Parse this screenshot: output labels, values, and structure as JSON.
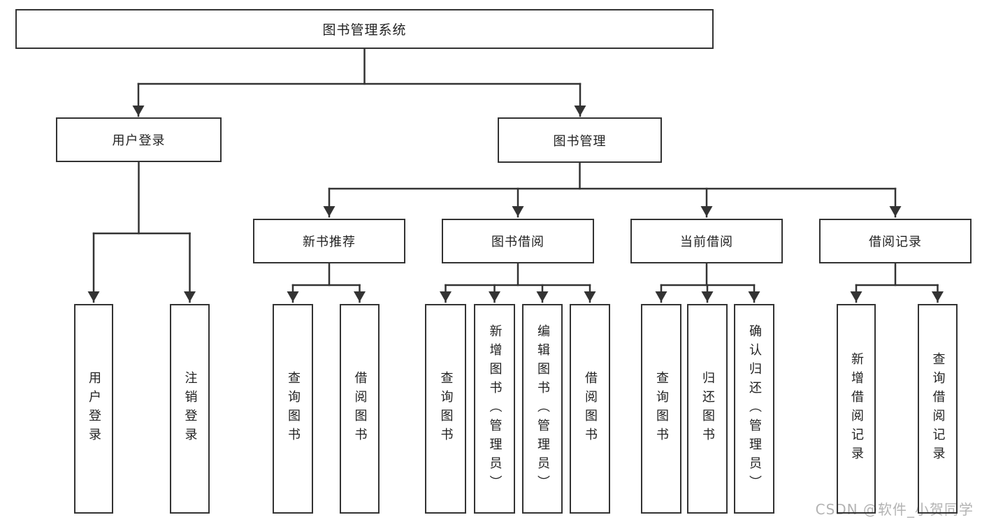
{
  "diagram_title": "图书管理系统",
  "colors": {
    "line": "#333333",
    "box_border": "#333333",
    "box_fill": "#ffffff",
    "text": "#222222",
    "watermark": "#b3b3b3",
    "background": "#ffffff"
  },
  "tree": {
    "root": "图书管理系统",
    "branches": [
      {
        "label": "用户登录",
        "children": [
          "用户登录",
          "注销登录"
        ]
      },
      {
        "label": "图书管理",
        "groups": [
          {
            "label": "新书推荐",
            "children": [
              "查询图书",
              "借阅图书"
            ]
          },
          {
            "label": "图书借阅",
            "children": [
              "查询图书",
              "新增图书（管理员）",
              "编辑图书（管理员）",
              "借阅图书"
            ]
          },
          {
            "label": "当前借阅",
            "children": [
              "查询图书",
              "归还图书",
              "确认归还（管理员）"
            ]
          },
          {
            "label": "借阅记录",
            "children": [
              "新增借阅记录",
              "查询借阅记录"
            ]
          }
        ]
      }
    ]
  },
  "watermark": {
    "text": "CSDN @软件_小贺同学"
  }
}
